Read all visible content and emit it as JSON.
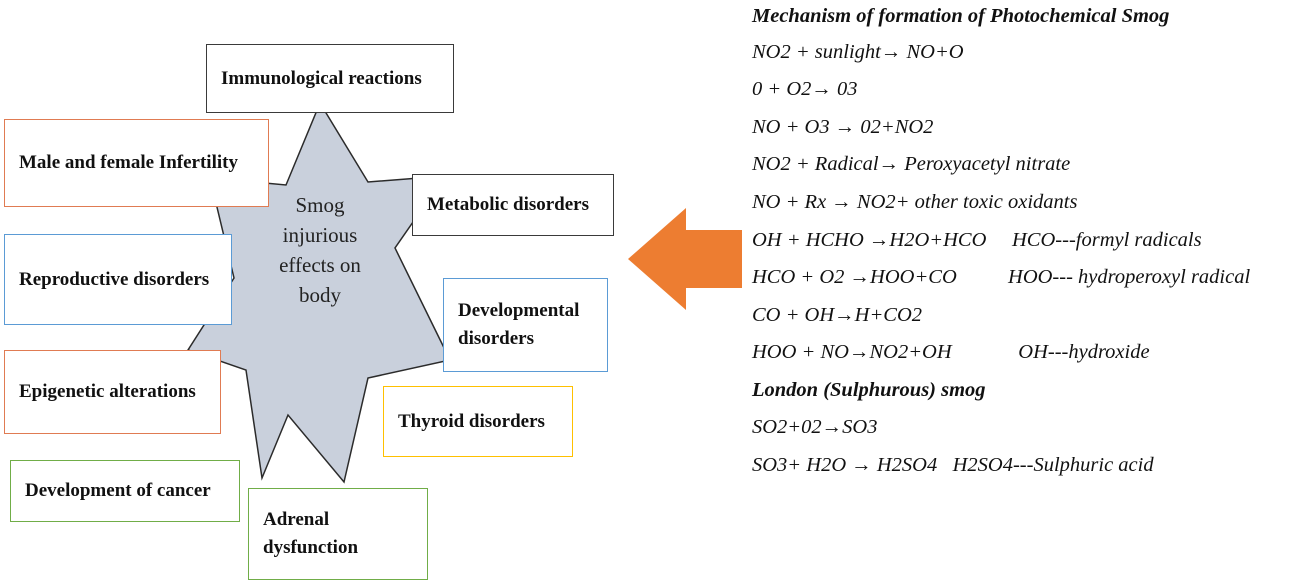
{
  "colors": {
    "star_fill": "#c9d0dc",
    "star_stroke": "#2b2b2b",
    "arrow": "#ed7d31",
    "box_black": "#3a3a3a",
    "box_orange": "#e07b52",
    "box_blue": "#5b9bd5",
    "box_yellow": "#ffc000",
    "box_green": "#70ad47"
  },
  "center": {
    "icon": "seven-point-star",
    "lines": [
      "Smog",
      "injurious",
      "effects on",
      "body"
    ]
  },
  "effects": [
    {
      "label": "Immunological reactions",
      "color": "#3a3a3a"
    },
    {
      "label": "Male and female Infertility",
      "color": "#e07b52"
    },
    {
      "label": "Metabolic disorders",
      "color": "#3a3a3a"
    },
    {
      "label": "Reproductive disorders",
      "color": "#5b9bd5"
    },
    {
      "label": "Developmental\ndisorders",
      "color": "#5b9bd5"
    },
    {
      "label": "Epigenetic alterations",
      "color": "#e07b52"
    },
    {
      "label": "Thyroid disorders",
      "color": "#ffc000"
    },
    {
      "label": "Development of cancer",
      "color": "#70ad47"
    },
    {
      "label": "Adrenal\ndysfunction",
      "color": "#70ad47"
    }
  ],
  "arrow_icon": "left-arrow-icon",
  "mechanism": {
    "heading": "Mechanism of formation of Photochemical Smog",
    "reactions": [
      "NO2 + sunlight→ NO+O",
      "0 + O2→ 03",
      "NO + O3 → 02+NO2",
      "NO2 + Radical→ Peroxyacetyl nitrate",
      "NO + Rx → NO2+ other toxic oxidants",
      "OH + HCHO →H2O+HCO     HCO---formyl radicals",
      "HCO + O2 →HOO+CO          HOO--- hydroperoxyl radical",
      "CO + OH→H+CO2",
      "HOO + NO→NO2+OH             OH---hydroxide"
    ]
  },
  "london": {
    "heading": "London (Sulphurous) smog",
    "reactions": [
      "SO2+02→SO3",
      "SO3+ H2O → H2SO4   H2SO4---Sulphuric acid"
    ]
  }
}
